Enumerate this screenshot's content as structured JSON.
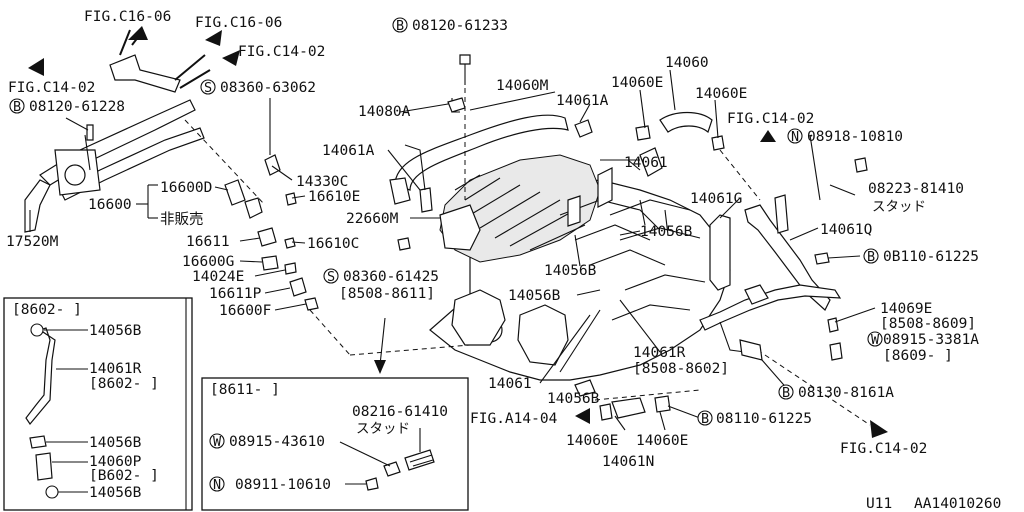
{
  "labels": {
    "fig_c16_06_a": "FIG.C16-06",
    "fig_c16_06_b": "FIG.C16-06",
    "fig_c14_02_a": "FIG.C14-02",
    "fig_c14_02_b": "FIG.C14-02",
    "fig_c14_02_c": "FIG.C14-02",
    "fig_c14_02_d": "FIG.C14-02",
    "fig_a14_04": "FIG.A14-04",
    "b_08120_61233": "08120-61233",
    "b_08120_61228": "08120-61228",
    "s_08360_63062": "08360-63062",
    "s_08360_61425": "08360-61425",
    "n_08918_10810": "08918-10810",
    "b_08110_61225_a": "0B110-61225",
    "b_08110_61225_b": "08110-61225",
    "b_08130_8161a": "08130-8161A",
    "w_08915_3381a": "08915-3381A",
    "w_08915_43610": "08915-43610",
    "n_08911_10610": "08911-10610",
    "p08223_81410": "08223-81410",
    "stud_a": "スタッド",
    "p08216_61410": "08216-61410",
    "stud_b": "スタッド",
    "p14060": "14060",
    "p14060M": "14060M",
    "p14060E_a": "14060E",
    "p14060E_b": "14060E",
    "p14060E_c": "14060E",
    "p14060E_d": "14060E",
    "p14061A_a": "14061A",
    "p14061A_b": "14061A",
    "p14061": "14061",
    "p14061_b": "14061",
    "p14061G": "14061G",
    "p14061Q": "14061Q",
    "p14061R": "14061R",
    "p14061R_range": "[8508-8602]",
    "p14061N": "14061N",
    "p14056B_a": "14056B",
    "p14056B_b": "14056B",
    "p14056B_c": "14056B",
    "p14056B_d": "14056B",
    "p14069E": "14069E",
    "p14069E_range": "[8508-8609]",
    "w_range": "[8609-    ]",
    "p14080A": "14080A",
    "p22660M": "22660M",
    "p14330C": "14330C",
    "p16610E": "16610E",
    "p16610C": "16610C",
    "p16600D": "16600D",
    "p16600": "16600",
    "hihanbai": "非販売",
    "p16611": "16611",
    "p16600G": "16600G",
    "p14024E": "14024E",
    "p16611P": "16611P",
    "p16600F": "16600F",
    "p17520M": "17520M",
    "s_range": "[8508-8611]"
  },
  "inset_left": {
    "header": "[8602-    ]",
    "p14056B_1": "14056B",
    "p14061R": "14061R",
    "p14061R_range": "[8602-    ]",
    "p14056B_2": "14056B",
    "p14060P": "14060P",
    "p14060P_range": "[B602-    ]",
    "p14056B_3": "14056B"
  },
  "inset_bottom": {
    "header": "[8611-    ]"
  },
  "symbols": {
    "B": "B",
    "S": "S",
    "N": "N",
    "W": "W"
  },
  "footer": {
    "model": "U11",
    "code": "AA14010260"
  }
}
